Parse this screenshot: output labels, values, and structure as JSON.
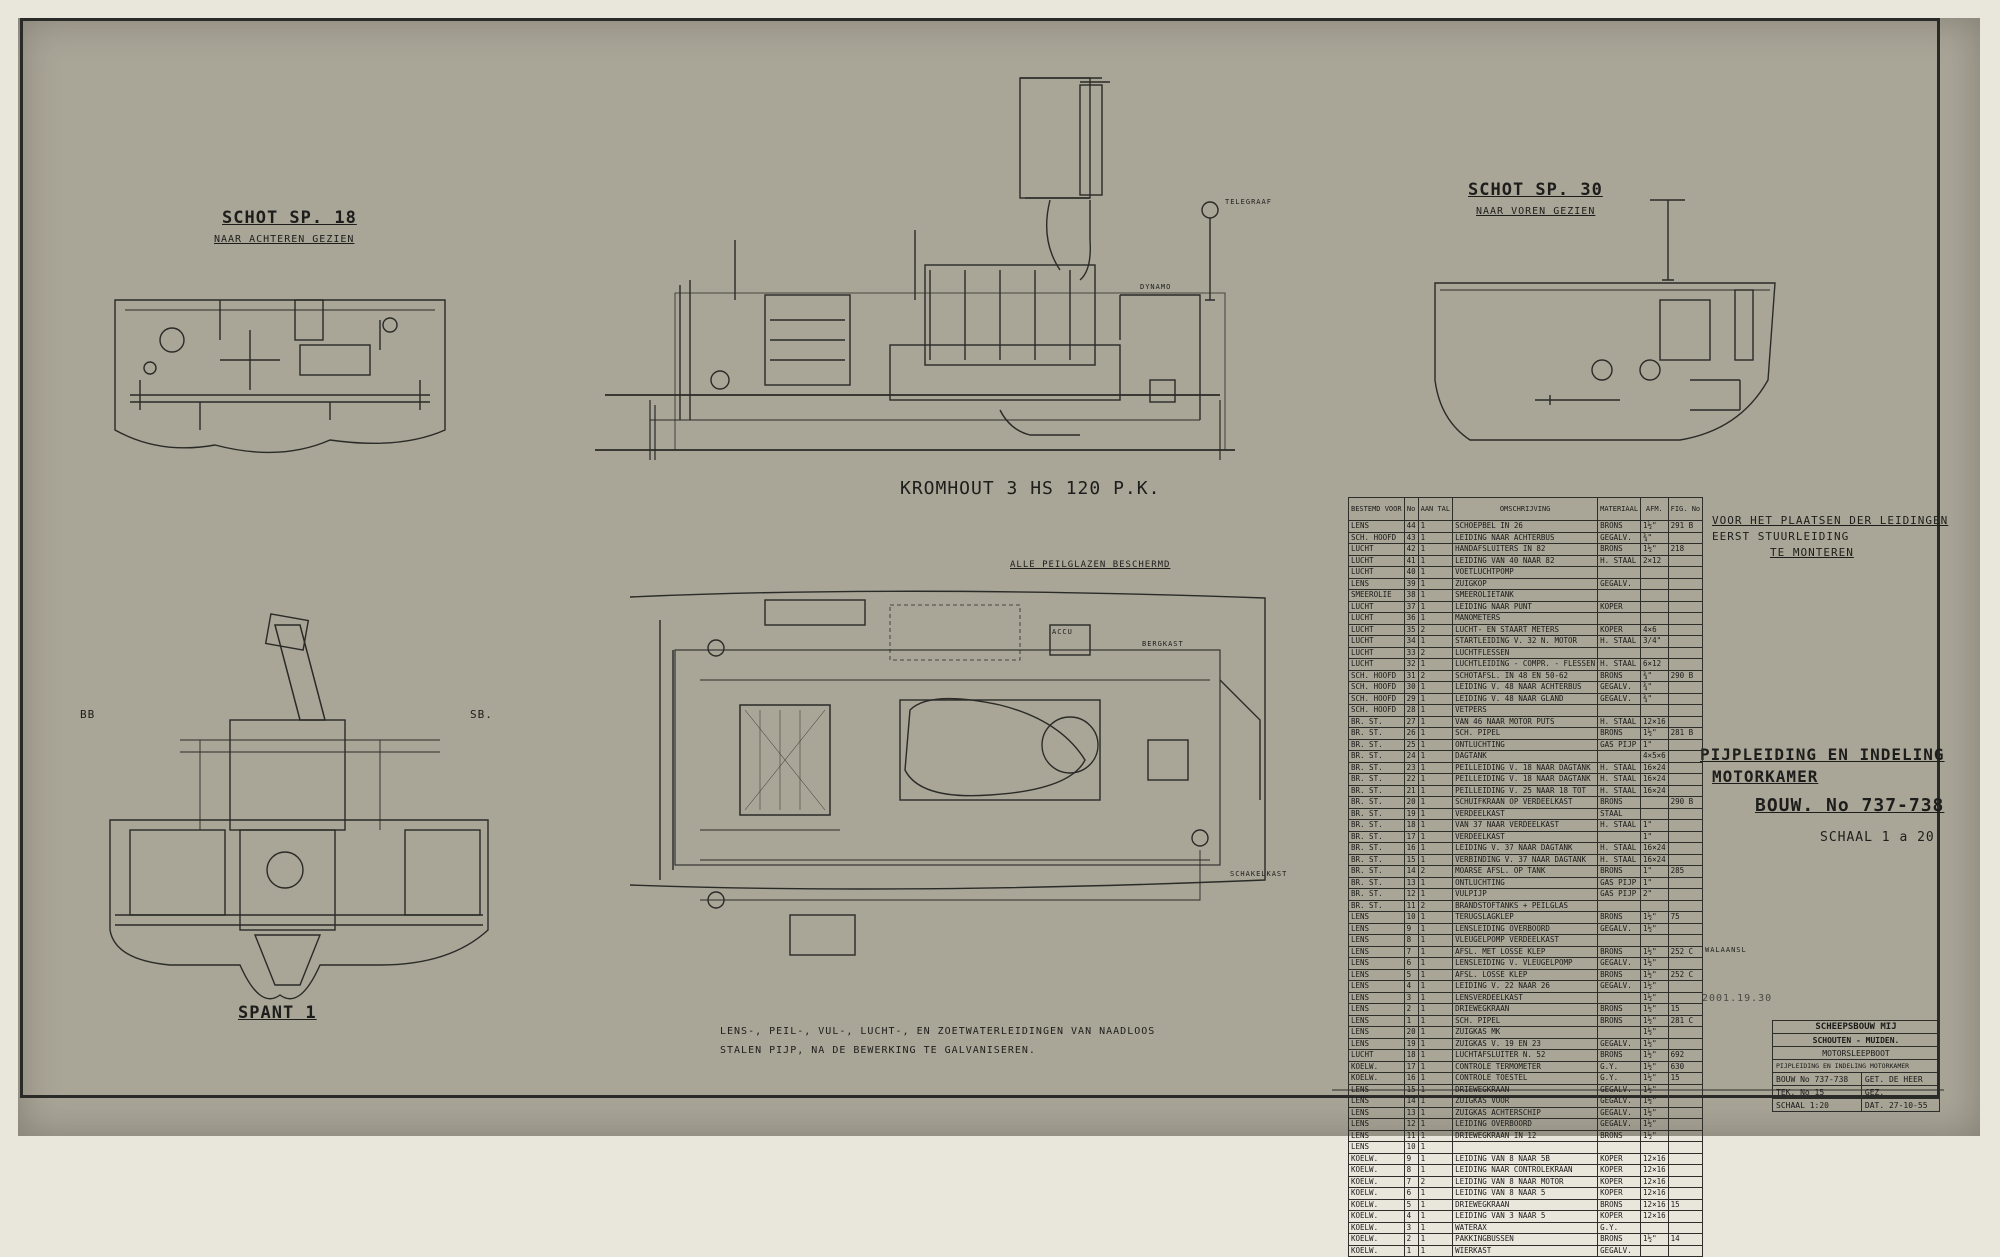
{
  "titles": {
    "schot18": "SCHOT SP. 18",
    "schot18_sub": "NAAR ACHTEREN GEZIEN",
    "schot30": "SCHOT SP. 30",
    "schot30_sub": "NAAR VOREN GEZIEN",
    "engine": "KROMHOUT 3 HS 120 P.K.",
    "spant": "SPANT 1",
    "main": "PIJPLEIDING EN INDELING",
    "main2": "MOTORKAMER",
    "bouw": "BOUW. No 737-738",
    "schaal": "SCHAAL 1 a 20",
    "peilglazen": "ALLE PEILGLAZEN BESCHERMD",
    "note1": "LENS-, PEIL-, VUL-, LUCHT-, EN ZOETWATERLEIDINGEN VAN NAADLOOS",
    "note2": "STALEN PIJP, NA DE BEWERKING TE GALVANISEREN.",
    "voor1": "VOOR HET PLAATSEN DER LEIDINGEN",
    "voor2": "EERST STUURLEIDING",
    "voor3": "TE MONTEREN",
    "bb": "BB",
    "sb": "SB.",
    "stamp": "2001.19.30"
  },
  "labels": {
    "telegraaf": "TELEGRAAF",
    "dynamo": "DYNAMO",
    "schakelkast": "SCHAKELKAST",
    "bergkast": "BERGKAST",
    "accu": "ACCU",
    "walaansl": "WALAANSL"
  },
  "parts_table": {
    "headers": [
      "BESTEMD VOOR",
      "No",
      "AAN TAL",
      "OMSCHRIJVING",
      "MATERIAAL",
      "AFM.",
      "FIG. No"
    ],
    "rows": [
      [
        "LENS",
        "44",
        "1",
        "SCHOEPBEL IN 26",
        "BRONS",
        "1½\"",
        "291 B"
      ],
      [
        "SCH. HOOFD",
        "43",
        "1",
        "LEIDING NAAR ACHTERBUS",
        "GEGALV.",
        "¾\"",
        ""
      ],
      [
        "LUCHT",
        "42",
        "1",
        "HANDAFSLUITERS IN 82",
        "BRONS",
        "1½\"",
        "218"
      ],
      [
        "LUCHT",
        "41",
        "1",
        "LEIDING VAN 40 NAAR 82",
        "H. STAAL",
        "2×12",
        ""
      ],
      [
        "LUCHT",
        "40",
        "1",
        "VOETLUCHTPOMP",
        "",
        "",
        ""
      ],
      [
        "LENS",
        "39",
        "1",
        "ZUIGKOP",
        "GEGALV.",
        "",
        ""
      ],
      [
        "SMEEROLIE",
        "38",
        "1",
        "SMEEROLIETANK",
        "",
        "",
        ""
      ],
      [
        "LUCHT",
        "37",
        "1",
        "LEIDING NAAR PUNT",
        "KOPER",
        "",
        ""
      ],
      [
        "LUCHT",
        "36",
        "1",
        "MANOMETERS",
        "",
        "",
        ""
      ],
      [
        "LUCHT",
        "35",
        "2",
        "LUCHT- EN STAART METERS",
        "KOPER",
        "4×6",
        ""
      ],
      [
        "LUCHT",
        "34",
        "1",
        "STARTLEIDING V. 32 N. MOTOR",
        "H. STAAL",
        "3/4\"",
        ""
      ],
      [
        "LUCHT",
        "33",
        "2",
        "LUCHTFLESSEN",
        "",
        "",
        ""
      ],
      [
        "LUCHT",
        "32",
        "1",
        "LUCHTLEIDING - COMPR. - FLESSEN",
        "H. STAAL",
        "6×12",
        ""
      ],
      [
        "SCH. HOOFD",
        "31",
        "2",
        "SCHOTAFSL. IN 48 EN 50-62",
        "BRONS",
        "¾\"",
        "290 B"
      ],
      [
        "SCH. HOOFD",
        "30",
        "1",
        "LEIDING V. 48 NAAR ACHTERBUS",
        "GEGALV.",
        "¾\"",
        ""
      ],
      [
        "SCH. HOOFD",
        "29",
        "1",
        "LEIDING V. 48 NAAR GLAND",
        "GEGALV.",
        "¾\"",
        ""
      ],
      [
        "SCH. HOOFD",
        "28",
        "1",
        "VETPERS",
        "",
        "",
        ""
      ],
      [
        "BR. ST.",
        "27",
        "1",
        "VAN 46 NAAR MOTOR PUTS",
        "H. STAAL",
        "12×16",
        ""
      ],
      [
        "BR. ST.",
        "26",
        "1",
        "SCH. PIPEL",
        "BRONS",
        "1½\"",
        "281 B"
      ],
      [
        "BR. ST.",
        "25",
        "1",
        "ONTLUCHTING",
        "GAS PIJP",
        "1\"",
        ""
      ],
      [
        "BR. ST.",
        "24",
        "1",
        "DAGTANK",
        "",
        "4×5×6",
        ""
      ],
      [
        "BR. ST.",
        "23",
        "1",
        "PEILLEIDING V. 18 NAAR DAGTANK",
        "H. STAAL",
        "16×24",
        ""
      ],
      [
        "BR. ST.",
        "22",
        "1",
        "PEILLEIDING V. 18 NAAR DAGTANK",
        "H. STAAL",
        "16×24",
        ""
      ],
      [
        "BR. ST.",
        "21",
        "1",
        "PEILLEIDING V. 25 NAAR 18 TOT",
        "H. STAAL",
        "16×24",
        ""
      ],
      [
        "BR. ST.",
        "20",
        "1",
        "SCHUIFKRAAN OP VERDEELKAST",
        "BRONS",
        "",
        "290 B"
      ],
      [
        "BR. ST.",
        "19",
        "1",
        "VERDEELKAST",
        "STAAL",
        "",
        ""
      ],
      [
        "BR. ST.",
        "18",
        "1",
        "VAN 37 NAAR VERDEELKAST",
        "H. STAAL",
        "1\"",
        ""
      ],
      [
        "BR. ST.",
        "17",
        "1",
        "VERDEELKAST",
        "",
        "1\"",
        ""
      ],
      [
        "BR. ST.",
        "16",
        "1",
        "LEIDING V. 37 NAAR DAGTANK",
        "H. STAAL",
        "16×24",
        ""
      ],
      [
        "BR. ST.",
        "15",
        "1",
        "VERBINDING V. 37 NAAR DAGTANK",
        "H. STAAL",
        "16×24",
        ""
      ],
      [
        "BR. ST.",
        "14",
        "2",
        "MOARSE AFSL. OP TANK",
        "BRONS",
        "1\"",
        "285"
      ],
      [
        "BR. ST.",
        "13",
        "1",
        "ONTLUCHTING",
        "GAS PIJP",
        "1\"",
        ""
      ],
      [
        "BR. ST.",
        "12",
        "1",
        "VULPIJP",
        "GAS PIJP",
        "2\"",
        ""
      ],
      [
        "BR. ST.",
        "11",
        "2",
        "BRANDSTOFTANKS + PEILGLAS",
        "",
        "",
        ""
      ],
      [
        "LENS",
        "10",
        "1",
        "TERUGSLAGKLEP",
        "BRONS",
        "1½\"",
        "75"
      ],
      [
        "LENS",
        "9",
        "1",
        "LENSLEIDING OVERBOORD",
        "GEGALV.",
        "1½\"",
        ""
      ],
      [
        "LENS",
        "8",
        "1",
        "VLEUGELPOMP VERDEELKAST",
        "",
        "",
        ""
      ],
      [
        "LENS",
        "7",
        "1",
        "AFSL. MET LOSSE KLEP",
        "BRONS",
        "1½\"",
        "252 C"
      ],
      [
        "LENS",
        "6",
        "1",
        "LENSLEIDING V. VLEUGELPOMP",
        "GEGALV.",
        "1½\"",
        ""
      ],
      [
        "LENS",
        "5",
        "1",
        "AFSL. LOSSE KLEP",
        "BRONS",
        "1½\"",
        "252 C"
      ],
      [
        "LENS",
        "4",
        "1",
        "LEIDING V. 22 NAAR 26",
        "GEGALV.",
        "1½\"",
        ""
      ],
      [
        "LENS",
        "3",
        "1",
        "LENSVERDEELKAST",
        "",
        "1½\"",
        ""
      ],
      [
        "LENS",
        "2",
        "1",
        "DRIEWEGKRAAN",
        "BRONS",
        "1½\"",
        "15"
      ],
      [
        "LENS",
        "1",
        "1",
        "SCH. PIPEL",
        "BRONS",
        "1½\"",
        "281 C"
      ],
      [
        "LENS",
        "20",
        "1",
        "ZUIGKAS MK",
        "",
        "1½\"",
        ""
      ],
      [
        "LENS",
        "19",
        "1",
        "ZUIGKAS V. 19 EN 23",
        "GEGALV.",
        "1½\"",
        ""
      ],
      [
        "LUCHT",
        "18",
        "1",
        "LUCHTAFSLUITER N. 52",
        "BRONS",
        "1½\"",
        "692"
      ],
      [
        "KOELW.",
        "17",
        "1",
        "CONTROLE TERMOMETER",
        "G.Y.",
        "1½\"",
        "630"
      ],
      [
        "KOELW.",
        "16",
        "1",
        "CONTROLE TOESTEL",
        "G.Y.",
        "1½\"",
        "15"
      ],
      [
        "LENS",
        "15",
        "1",
        "DRIEWEGKRAAN",
        "GEGALV.",
        "1½\"",
        ""
      ],
      [
        "LENS",
        "14",
        "1",
        "ZUIGKAS VOOR",
        "GEGALV.",
        "1½\"",
        ""
      ],
      [
        "LENS",
        "13",
        "1",
        "ZUIGKAS ACHTERSCHIP",
        "GEGALV.",
        "1½\"",
        ""
      ],
      [
        "LENS",
        "12",
        "1",
        "LEIDING OVERBOORD",
        "GEGALV.",
        "1½\"",
        ""
      ],
      [
        "LENS",
        "11",
        "1",
        "DRIEWEGKRAAN IN 12",
        "BRONS",
        "1½\"",
        ""
      ],
      [
        "LENS",
        "10",
        "1",
        "",
        "",
        "",
        ""
      ],
      [
        "KOELW.",
        "9",
        "1",
        "LEIDING VAN 8 NAAR 5B",
        "KOPER",
        "12×16",
        ""
      ],
      [
        "KOELW.",
        "8",
        "1",
        "LEIDING NAAR CONTROLEKRAAN",
        "KOPER",
        "12×16",
        ""
      ],
      [
        "KOELW.",
        "7",
        "2",
        "LEIDING VAN 8 NAAR MOTOR",
        "KOPER",
        "12×16",
        ""
      ],
      [
        "KOELW.",
        "6",
        "1",
        "LEIDING VAN 8 NAAR 5",
        "KOPER",
        "12×16",
        ""
      ],
      [
        "KOELW.",
        "5",
        "1",
        "DRIEWEGKRAAN",
        "BRONS",
        "12×16",
        "15"
      ],
      [
        "KOELW.",
        "4",
        "1",
        "LEIDING VAN 3 NAAR 5",
        "KOPER",
        "12×16",
        ""
      ],
      [
        "KOELW.",
        "3",
        "1",
        "WATERAX",
        "G.Y.",
        "",
        ""
      ],
      [
        "KOELW.",
        "2",
        "1",
        "PAKKINGBUSSEN",
        "BRONS",
        "1½\"",
        "14"
      ],
      [
        "KOELW.",
        "1",
        "1",
        "WIERKAST",
        "GEGALV.",
        "",
        ""
      ]
    ]
  },
  "title_block": {
    "company1": "SCHEEPSBOUW MIJ",
    "company2": "SCHOUTEN - MUIDEN.",
    "vessel": "MOTORSLEEPBOOT",
    "subject": "PIJPLEIDING EN INDELING MOTORKAMER",
    "bouw": "BOUW No 737-738",
    "get": "GET. DE HEER",
    "tek": "TEK. No 15",
    "gez": "GEZ.",
    "schaal": "SCHAAL 1:20",
    "dat": "DAT. 27-10-55"
  }
}
